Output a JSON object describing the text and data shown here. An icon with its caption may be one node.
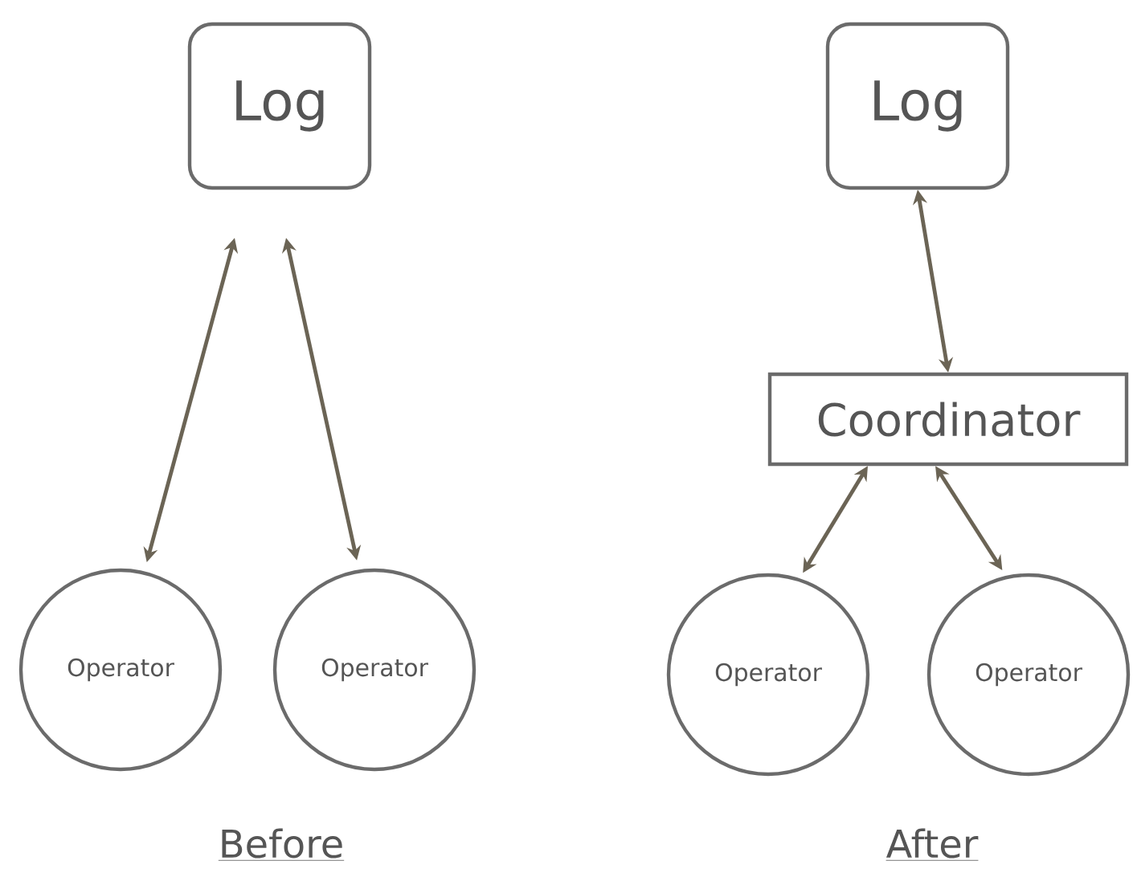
{
  "diagram": {
    "nodes": [
      {
        "text": [
          "Log"
        ]
      },
      {
        "text": [
          "Operator"
        ]
      },
      {
        "text": [
          "Operator"
        ]
      },
      {
        "text": [
          "Log"
        ]
      },
      {
        "text": [
          "Coordinator"
        ]
      },
      {
        "text": [
          "Operator"
        ]
      },
      {
        "text": [
          "Operator"
        ]
      }
    ],
    "edges": [
      {
        "from": 0,
        "to": 1,
        "arrow": "both"
      },
      {
        "from": 0,
        "to": 2,
        "arrow": "both"
      },
      {
        "from": 3,
        "to": 4,
        "arrow": "both"
      },
      {
        "from": 4,
        "to": 5,
        "arrow": "both"
      },
      {
        "from": 4,
        "to": 6,
        "arrow": "both"
      }
    ],
    "labels": [
      "Before",
      "After"
    ]
  }
}
